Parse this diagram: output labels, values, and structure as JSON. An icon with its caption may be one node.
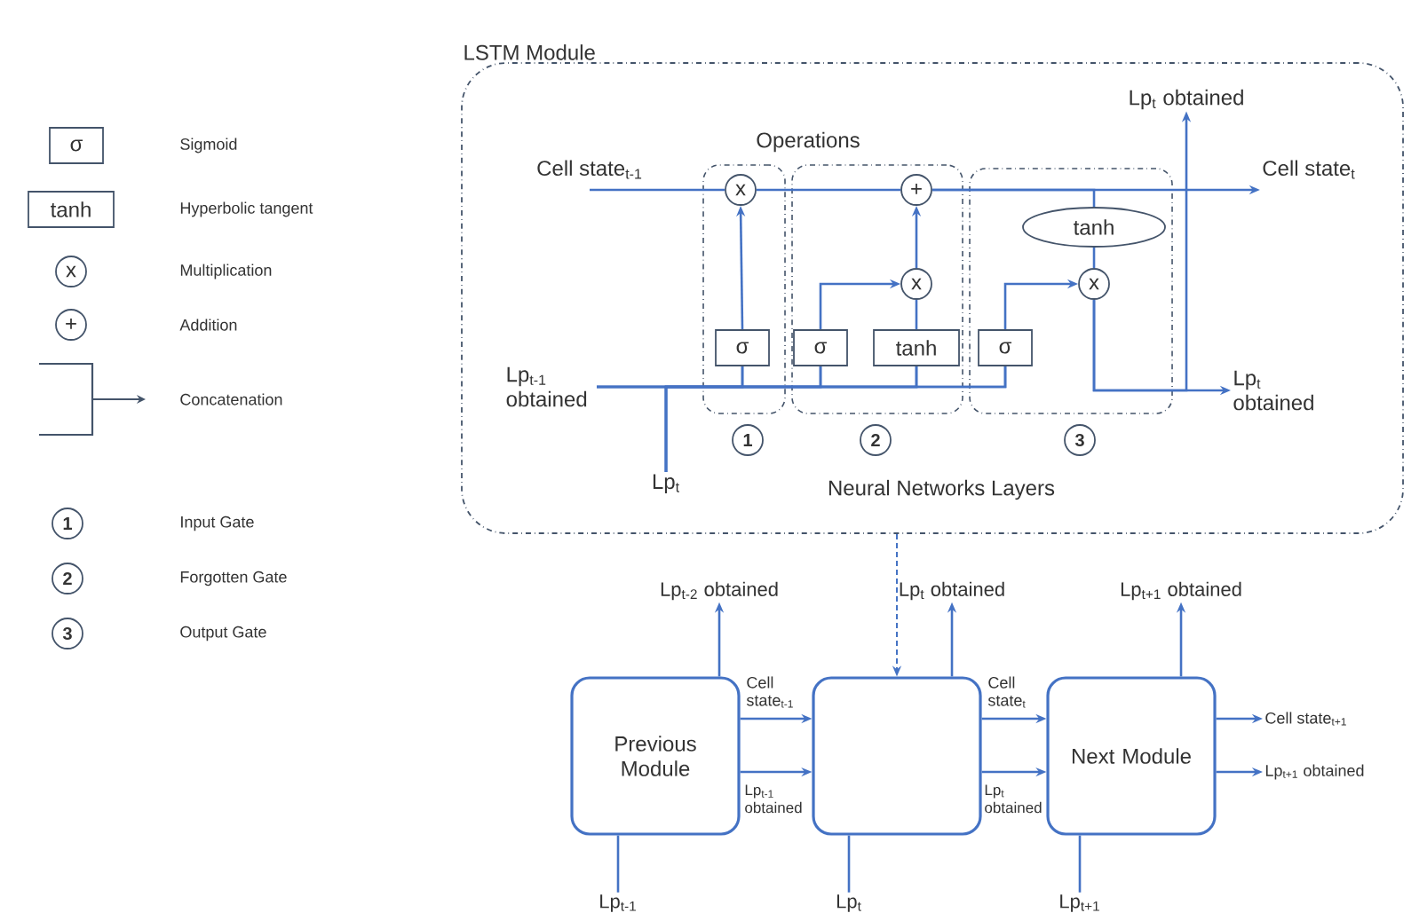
{
  "diagram": {
    "nodes": [
      {
        "text": [
          "LSTM Module"
        ]
      },
      {
        "text": [],
        "shape": "box",
        "in": 0
      },
      {
        "text": [],
        "shape": "box",
        "in": 0
      },
      {
        "text": [],
        "shape": "box",
        "in": 0
      },
      {
        "text": [
          "x"
        ],
        "in": 1
      },
      {
        "text": [
          "σ"
        ],
        "in": 1
      },
      {
        "text": [
          "+"
        ],
        "in": 2
      },
      {
        "text": [
          "x"
        ],
        "in": 2
      },
      {
        "text": [
          "σ"
        ],
        "in": 2
      },
      {
        "text": [
          "tanh"
        ],
        "in": 2
      },
      {
        "text": [
          "σ"
        ],
        "in": 3
      },
      {
        "text": [
          "tanh"
        ],
        "in": 3
      },
      {
        "text": [
          "x"
        ],
        "in": 3
      },
      {
        "text": [
          "1"
        ],
        "in": 0
      },
      {
        "text": [
          "2"
        ],
        "in": 0
      },
      {
        "text": [
          "3"
        ],
        "in": 0
      },
      {
        "text": [
          "Cell state$_{t-1}$"
        ],
        "in": 0
      },
      {
        "text": [
          "Cell state$_{t}$"
        ],
        "in": 0
      },
      {
        "text": [
          "Lp$_{t}$ obtained"
        ],
        "in": 0
      },
      {
        "text": [
          "Lp$_{t-1}$ obtained"
        ],
        "in": 0
      },
      {
        "text": [
          "Lp$_{t}$ obtained"
        ],
        "in": 0
      },
      {
        "text": [
          "Lp$_{t}$"
        ],
        "in": 0
      },
      {
        "text": [
          "Previous Module"
        ]
      },
      {
        "text": [],
        "shape": "box"
      },
      {
        "text": [
          "Next Module"
        ]
      },
      {
        "text": [
          "Lp$_{t-2}$ obtained"
        ]
      },
      {
        "text": [
          "Lp$_{t}$ obtained"
        ]
      },
      {
        "text": [
          "Lp$_{t+1}$ obtained"
        ]
      },
      {
        "text": [
          "Cell state$_{t+1}$"
        ]
      },
      {
        "text": [
          "Lp$_{t+1}$ obtained"
        ]
      },
      {
        "text": [
          "Lp$_{t-1}$"
        ]
      },
      {
        "text": [
          "Lp$_{t}$"
        ]
      },
      {
        "text": [
          "Lp$_{t+1}$"
        ]
      },
      {
        "text": [
          "σ"
        ]
      },
      {
        "text": [
          "tanh"
        ]
      },
      {
        "text": [
          "x"
        ]
      },
      {
        "text": [
          "+"
        ]
      },
      {
        "text": [
          "1"
        ]
      },
      {
        "text": [
          "2"
        ]
      },
      {
        "text": [
          "3"
        ]
      }
    ],
    "edges": [
      {
        "from": 16,
        "to": 4,
        "arrow": "none"
      },
      {
        "from": 4,
        "to": 6,
        "arrow": "none"
      },
      {
        "from": 6,
        "to": 17,
        "arrow": "to"
      },
      {
        "from": 5,
        "to": 4,
        "arrow": "to"
      },
      {
        "from": 8,
        "to": 7,
        "arrow": "to"
      },
      {
        "from": 9,
        "to": 7,
        "arrow": "none"
      },
      {
        "from": 7,
        "to": 6,
        "arrow": "to"
      },
      {
        "from": 6,
        "to": 11,
        "arrow": "none"
      },
      {
        "from": 11,
        "to": 12,
        "arrow": "none"
      },
      {
        "from": 10,
        "to": 12,
        "arrow": "to"
      },
      {
        "from": 12,
        "to": 20,
        "arrow": "to"
      },
      {
        "from": 12,
        "to": 18,
        "arrow": "to"
      },
      {
        "from": 19,
        "to": 5,
        "arrow": "none"
      },
      {
        "from": 19,
        "to": 8,
        "arrow": "none"
      },
      {
        "from": 19,
        "to": 9,
        "arrow": "none"
      },
      {
        "from": 19,
        "to": 10,
        "arrow": "none"
      },
      {
        "from": 21,
        "to": 5,
        "arrow": "none"
      },
      {
        "from": 21,
        "to": 8,
        "arrow": "none"
      },
      {
        "from": 21,
        "to": 9,
        "arrow": "none"
      },
      {
        "from": 21,
        "to": 10,
        "arrow": "none"
      },
      {
        "from": 0,
        "to": 23,
        "arrow": "to",
        "style": "dashed"
      },
      {
        "from": 22,
        "to": 25,
        "arrow": "to"
      },
      {
        "from": 23,
        "to": 26,
        "arrow": "to"
      },
      {
        "from": 24,
        "to": 27,
        "arrow": "to"
      },
      {
        "from": 22,
        "to": 23,
        "arrow": "to",
        "label": "Cell state$_{t-1}$"
      },
      {
        "from": 22,
        "to": 23,
        "arrow": "to",
        "label": "Lp$_{t-1}$ obtained"
      },
      {
        "from": 23,
        "to": 24,
        "arrow": "to",
        "label": "Cell state$_{t}$"
      },
      {
        "from": 23,
        "to": 24,
        "arrow": "to",
        "label": "Lp$_{t}$ obtained"
      },
      {
        "from": 24,
        "to": 28,
        "arrow": "to"
      },
      {
        "from": 24,
        "to": 29,
        "arrow": "to"
      },
      {
        "from": 30,
        "to": 22,
        "arrow": "none"
      },
      {
        "from": 31,
        "to": 23,
        "arrow": "none"
      },
      {
        "from": 32,
        "to": 24,
        "arrow": "none"
      }
    ],
    "labels": [
      "Operations",
      "Neural Networks Layers"
    ],
    "legend": [
      {
        "text": "Sigmoid"
      },
      {
        "text": "Hyperbolic tangent"
      },
      {
        "text": "Multiplication"
      },
      {
        "text": "Addition"
      },
      {
        "text": "Concatenation"
      },
      {
        "text": "Input Gate"
      },
      {
        "text": "Forgotten Gate"
      },
      {
        "text": "Output Gate"
      }
    ]
  }
}
